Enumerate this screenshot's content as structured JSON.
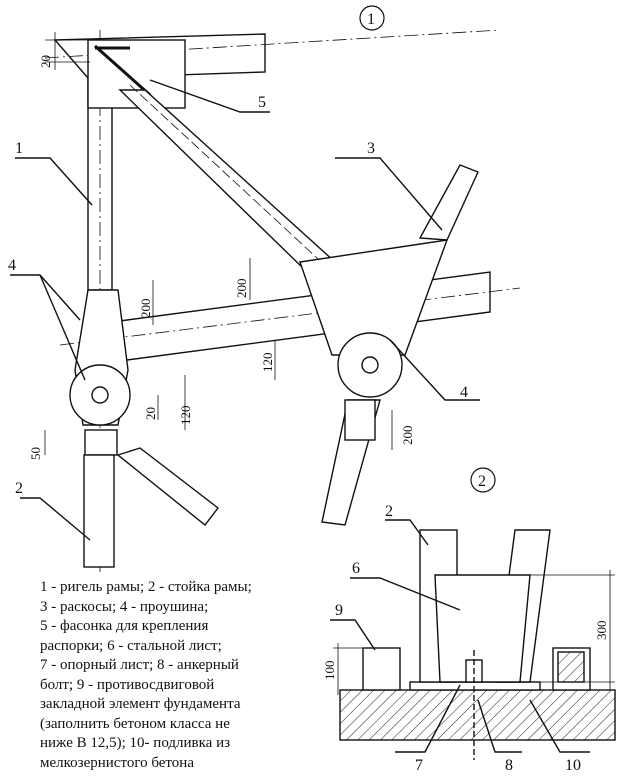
{
  "title": "Узлы крепления раскосов рамы",
  "details": {
    "detail1": "1",
    "detail2": "2"
  },
  "callouts": {
    "d1": [
      "1",
      "2",
      "3",
      "4",
      "4",
      "5"
    ],
    "d2": [
      "2",
      "6",
      "9",
      "7",
      "8",
      "10"
    ]
  },
  "dimensions": {
    "d1": [
      "20",
      "200",
      "200",
      "120",
      "120",
      "20",
      "50",
      "200"
    ],
    "d2": [
      "300",
      "100"
    ]
  },
  "legend": [
    "1 - ригель рамы; 2 - стойка рамы;",
    "3 - раскосы; 4 - проушина;",
    "5 - фасонка для крепления",
    "распорки; 6 - стальной лист;",
    "7 - опорный лист; 8 - анкерный",
    "болт; 9 - противосдвиговой",
    "закладной элемент фундамента",
    "(заполнить бетоном класса не",
    "ниже В 12,5); 10- подливка из",
    "мелкозернистого бетона"
  ]
}
